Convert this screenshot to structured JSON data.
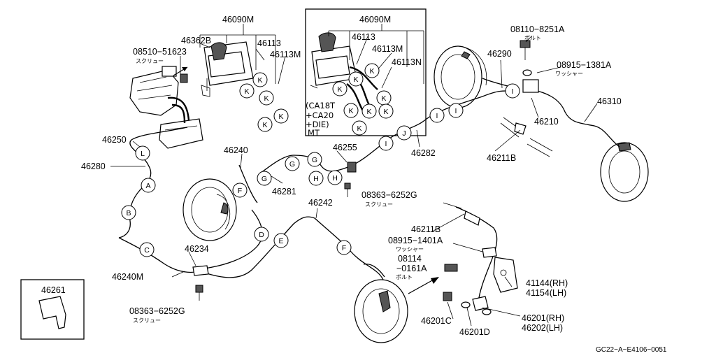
{
  "labels": {
    "main_cylinder_top": "46090M",
    "main_cylinder_inset": "46090M",
    "reservoir_cap": "46362B",
    "hose_46113_a": "46113",
    "hose_46113m_a": "46113M",
    "hose_46113_b": "46113",
    "hose_46113m_b": "46113M",
    "hose_46113n": "46113N",
    "screw_08510": "08510−51623",
    "screw_08510_jp": "スクリュー",
    "bolt_08110": "08110−8251A",
    "bolt_08110_jp": "ボルト",
    "drum_46290": "46290",
    "washer_08915_1381": "08915−1381A",
    "washer_08915_1381_jp": "ワッシャー",
    "drum_46310": "46310",
    "fitting_46210": "46210",
    "clip_46211b_top": "46211B",
    "pipe_46250": "46250",
    "pipe_46280": "46280",
    "pipe_46240": "46240",
    "pipe_46255": "46255",
    "pipe_46282": "46282",
    "pipe_46281": "46281",
    "screw_08363_a": "08363−6252G",
    "screw_08363_a_jp": "スクリュー",
    "pipe_46242": "46242",
    "clip_46211b_mid": "46211B",
    "washer_08915_1401": "08915−1401A",
    "washer_08915_1401_jp": "ワッシャー",
    "bolt_08114_a": "08114",
    "bolt_08114_b": "−0161A",
    "bolt_08114_jp": "ボルト",
    "pipe_46234": "46234",
    "pipe_46240m": "46240M",
    "screw_08363_b": "08363−6252G",
    "screw_08363_b_jp": "スクリュー",
    "bracket_46261": "46261",
    "bracket_41144": "41144(RH)",
    "bracket_41154": "41154(LH)",
    "hose_46201": "46201(RH)",
    "hose_46202": "46202(LH)",
    "bolt_46201c": "46201C",
    "washer_46201d": "46201D",
    "variant_note_1": "(CA18T",
    "variant_note_2": "+CA20",
    "variant_note_3": "+DIE)",
    "variant_note_4": "MT",
    "drawing_ref": "GC22−A−E4106−0051"
  },
  "callouts": {
    "A": "A",
    "B": "B",
    "C": "C",
    "D": "D",
    "E": "E",
    "F": "F",
    "G": "G",
    "H": "H",
    "I": "I",
    "J": "J",
    "K": "K",
    "L": "L"
  }
}
